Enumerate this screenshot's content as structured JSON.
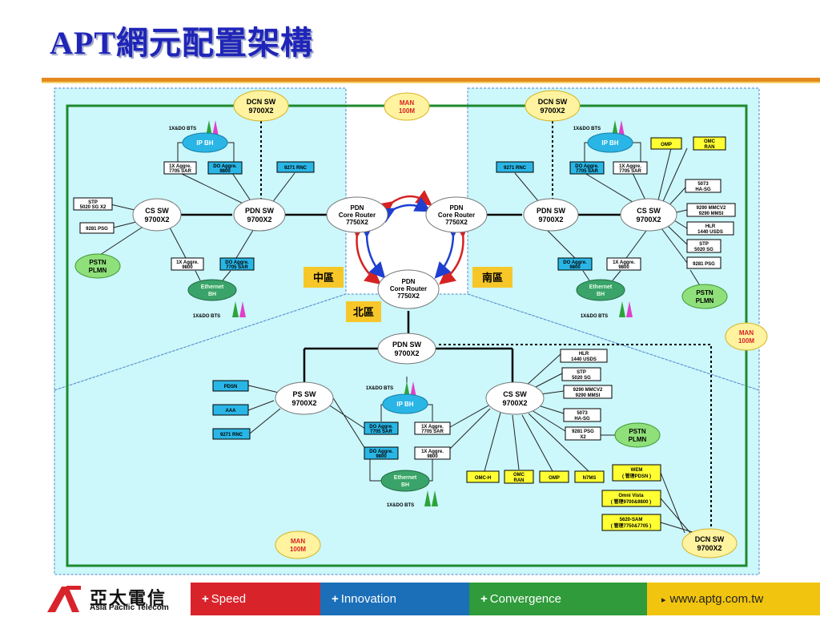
{
  "slide": {
    "title": "APT網元配置架構"
  },
  "regions": {
    "central": "中區",
    "south": "南區",
    "north": "北區"
  },
  "north_left": {
    "dcn_sw": [
      "DCN SW",
      "9700X2"
    ],
    "bts_top": "1X&DO BTS",
    "ip_bh": "IP BH",
    "aggre_1x": [
      "1X Aggre.",
      "7705 SAR"
    ],
    "aggre_do": [
      "DO Aggre.",
      "9800"
    ],
    "rnc": "9271 RNC",
    "stp": [
      "STP",
      "5020 SG X2"
    ],
    "psg": "9281 PSG",
    "cs_sw": [
      "CS SW",
      "9700X2"
    ],
    "pdn_sw": [
      "PDN SW",
      "9700X2"
    ],
    "pstn": [
      "PSTN",
      "PLMN"
    ],
    "aggre_1x_b": [
      "1X Aggre.",
      "9800"
    ],
    "aggre_do_b": [
      "DO Aggre.",
      "7705 SAR"
    ],
    "eth_bh": [
      "Ethernet",
      "BH"
    ],
    "bts_bottom": "1X&DO BTS"
  },
  "center": {
    "man": [
      "MAN",
      "100M"
    ],
    "core_left": [
      "PDN",
      "Core Router",
      "7750X2"
    ],
    "core_right": [
      "PDN",
      "Core Router",
      "7750X2"
    ],
    "core_bottom": [
      "PDN",
      "Core Router",
      "7750X2"
    ]
  },
  "south": {
    "dcn_sw": [
      "DCN SW",
      "9700X2"
    ],
    "bts_top": "1X&DO BTS",
    "ip_bh": "IP BH",
    "aggre_do": [
      "DO Aggre.",
      "7705 SAR"
    ],
    "aggre_1x": [
      "1X Aggre.",
      "7705 SAR"
    ],
    "rnc": "9271 RNC",
    "omp": "OMP",
    "omc": [
      "OMC",
      "RAN"
    ],
    "pdn_sw": [
      "PDN SW",
      "9700X2"
    ],
    "cs_sw": [
      "CS SW",
      "9700X2"
    ],
    "ha": [
      "5073",
      "HA-SG"
    ],
    "mmc": [
      "9290 MMCV2",
      "9290 MMSI"
    ],
    "hlr": [
      "HLR",
      "1440 USDS"
    ],
    "stp": [
      "STP",
      "5020 SG"
    ],
    "psg": "9281 PSG",
    "pstn": [
      "PSTN",
      "PLMN"
    ],
    "aggre_do_b": [
      "DO Aggre.",
      "9800"
    ],
    "aggre_1x_b": [
      "1X Aggre.",
      "9800"
    ],
    "eth_bh": [
      "Ethernet",
      "BH"
    ],
    "bts_bottom": "1X&DO BTS",
    "man_right": [
      "MAN",
      "100M"
    ]
  },
  "north_bottom": {
    "pdn_sw": [
      "PDN SW",
      "9700X2"
    ],
    "pdsn": "PDSN",
    "aaa": "AAA",
    "rnc": "9271 RNC",
    "ps_sw": [
      "PS SW",
      "9700X2"
    ],
    "bts_top": "1X&DO BTS",
    "ip_bh": "IP BH",
    "aggre_do": [
      "DO Aggre.",
      "7705 SAR"
    ],
    "aggre_1x": [
      "1X Aggre.",
      "7705 SAR"
    ],
    "aggre_do_b": [
      "DO Aggre.",
      "9800"
    ],
    "aggre_1x_b": [
      "1X Aggre.",
      "9800"
    ],
    "eth_bh": [
      "Ethernet",
      "BH"
    ],
    "bts_bottom": "1X&DO BTS",
    "cs_sw": [
      "CS SW",
      "9700X2"
    ],
    "hlr": [
      "HLR",
      "1440 USDS"
    ],
    "stp": [
      "STP",
      "5020 SG"
    ],
    "mmc": [
      "9290 MMCV2",
      "9290 MMSI"
    ],
    "ha": [
      "5073",
      "HA-SG"
    ],
    "psg": [
      "9281 PSG",
      "X2"
    ],
    "pstn": [
      "PSTN",
      "PLMN"
    ],
    "omc_h": "OMC-H",
    "omc_ran": [
      "OMC",
      "RAN"
    ],
    "omp": "OMP",
    "n7ms": "N7MS",
    "wem": [
      "WEM",
      "( 管理PDSN )"
    ],
    "omni": [
      "Omni Vista",
      "( 管理9700&9800 )"
    ],
    "sam": [
      "5620-SAM",
      "( 管理7750&7705 )"
    ],
    "man_bottom": [
      "MAN",
      "100M"
    ],
    "dcn_sw": [
      "DCN SW",
      "9700X2"
    ]
  },
  "footer": {
    "logo_cn": "亞太電信",
    "logo_en": "Asia Pacific Telecom",
    "plus": "+",
    "speed": "Speed",
    "innovation": "Innovation",
    "convergence": "Convergence",
    "arrow": "▸",
    "url": "www.aptg.com.tw"
  },
  "colors": {
    "title": "#1f25b8",
    "region_fill": "#ccf7fb",
    "green_frame": "#1e8a2e",
    "cyan_box": "#29b6e6",
    "yellow_box": "#ffff33",
    "cloud_yellow": "#fff3a0",
    "cloud_green": "#3aa36a",
    "label_yellow": "#f7c72a"
  }
}
